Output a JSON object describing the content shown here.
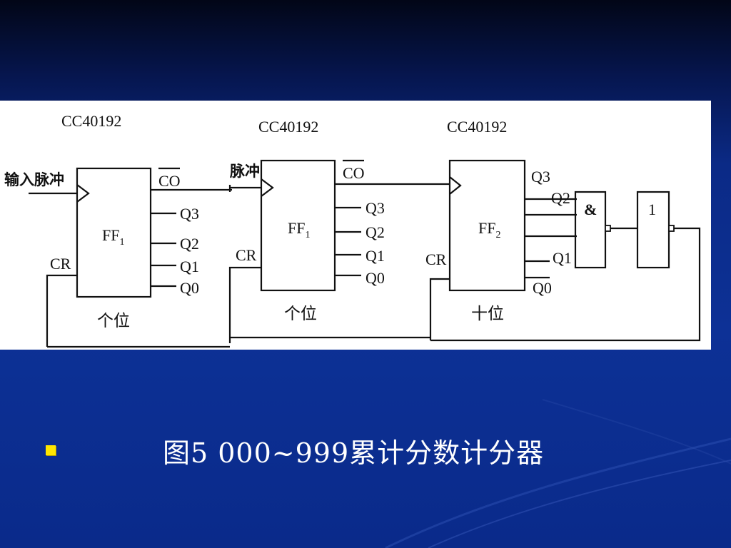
{
  "slide": {
    "background_color": "#0b2a86",
    "bullet_color": "#ffe600",
    "caption": "图5  000~999累计分数计分器"
  },
  "diagram": {
    "chips": [
      {
        "part": "CC40192",
        "block": "FF",
        "block_sub": "1",
        "place": "个位",
        "clock_input": "输入脉冲",
        "reset": "CR",
        "carry_out": "CO",
        "outputs": [
          "Q3",
          "Q2",
          "Q1",
          "Q0"
        ]
      },
      {
        "part": "CC40192",
        "block": "FF",
        "block_sub": "1",
        "place": "个位",
        "clock_input": "脉冲",
        "reset": "CR",
        "carry_out": "CO",
        "outputs": [
          "Q3",
          "Q2",
          "Q1",
          "Q0"
        ]
      },
      {
        "part": "CC40192",
        "block": "FF",
        "block_sub": "2",
        "place": "十位",
        "reset": "CR",
        "outputs": [
          "Q3",
          "Q2",
          "Q1",
          "Q0"
        ]
      }
    ],
    "and_gate_label": "&",
    "not_gate_label": "1"
  }
}
